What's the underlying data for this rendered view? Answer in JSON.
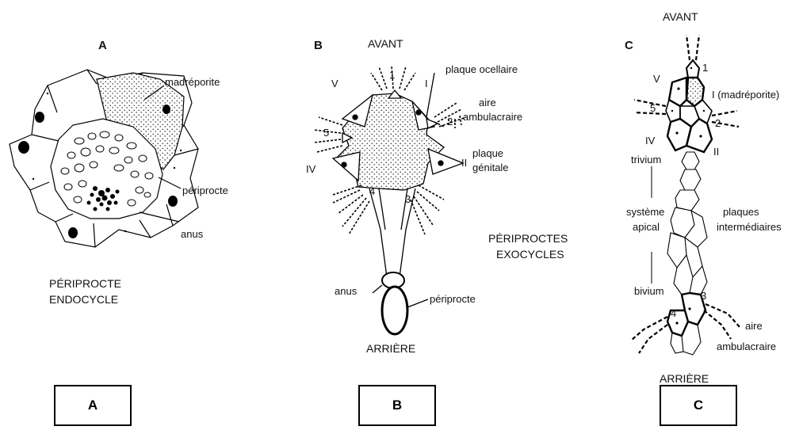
{
  "panelA": {
    "letter": "A",
    "madreporite": "madréporite",
    "periprocte": "périprocte",
    "anus": "anus",
    "caption1": "PÉRIPROCTE",
    "caption2": "ENDOCYCLE"
  },
  "panelB": {
    "letter": "B",
    "avant": "AVANT",
    "n1": "1",
    "n2": "2",
    "n3": "3",
    "n4": "4",
    "n5": "5",
    "rI": "I",
    "rII": "II",
    "rIV": "IV",
    "rV": "V",
    "plaque_ocellaire": "plaque ocellaire",
    "aire1": "aire",
    "aire2": "ambulacraire",
    "plaque_gen1": "plaque",
    "plaque_gen2": "génitale",
    "peri_exo1": "PÉRIPROCTES",
    "peri_exo2": "EXOCYCLES",
    "anus": "anus",
    "periprocte": "périprocte",
    "arriere": "ARRIÈRE"
  },
  "panelC": {
    "letter": "C",
    "avant": "AVANT",
    "n1": "1",
    "n2": "2",
    "n3": "3",
    "n4": "4",
    "n5": "5",
    "rI": "I (madréporite)",
    "rII": "II",
    "rIV": "IV",
    "rV": "V",
    "trivium": "trivium",
    "systeme": "système",
    "apical": "apical",
    "bivium": "bivium",
    "plaques1": "plaques",
    "plaques2": "intermédiaires",
    "aire1": "aire",
    "aire2": "ambulacraire",
    "arriere": "ARRIÈRE"
  },
  "boxes": {
    "a": "A",
    "b": "B",
    "c": "C"
  }
}
